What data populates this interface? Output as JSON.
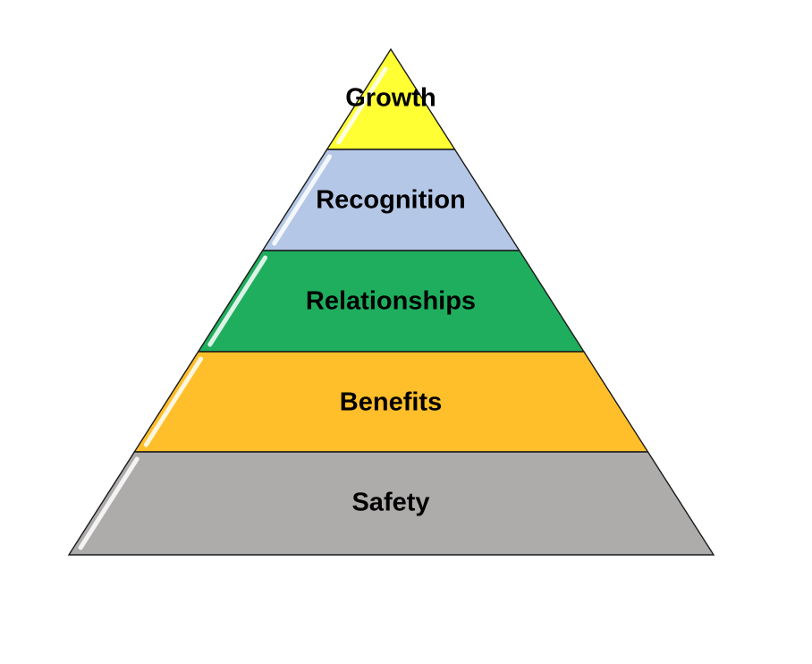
{
  "pyramid": {
    "tiers": [
      {
        "label": "Growth",
        "color": "#FFFF33"
      },
      {
        "label": "Recognition",
        "color": "#B4C7E7"
      },
      {
        "label": "Relationships",
        "color": "#1FAE5E"
      },
      {
        "label": "Benefits",
        "color": "#FFBF2A"
      },
      {
        "label": "Safety",
        "color": "#AEABAB"
      }
    ]
  }
}
